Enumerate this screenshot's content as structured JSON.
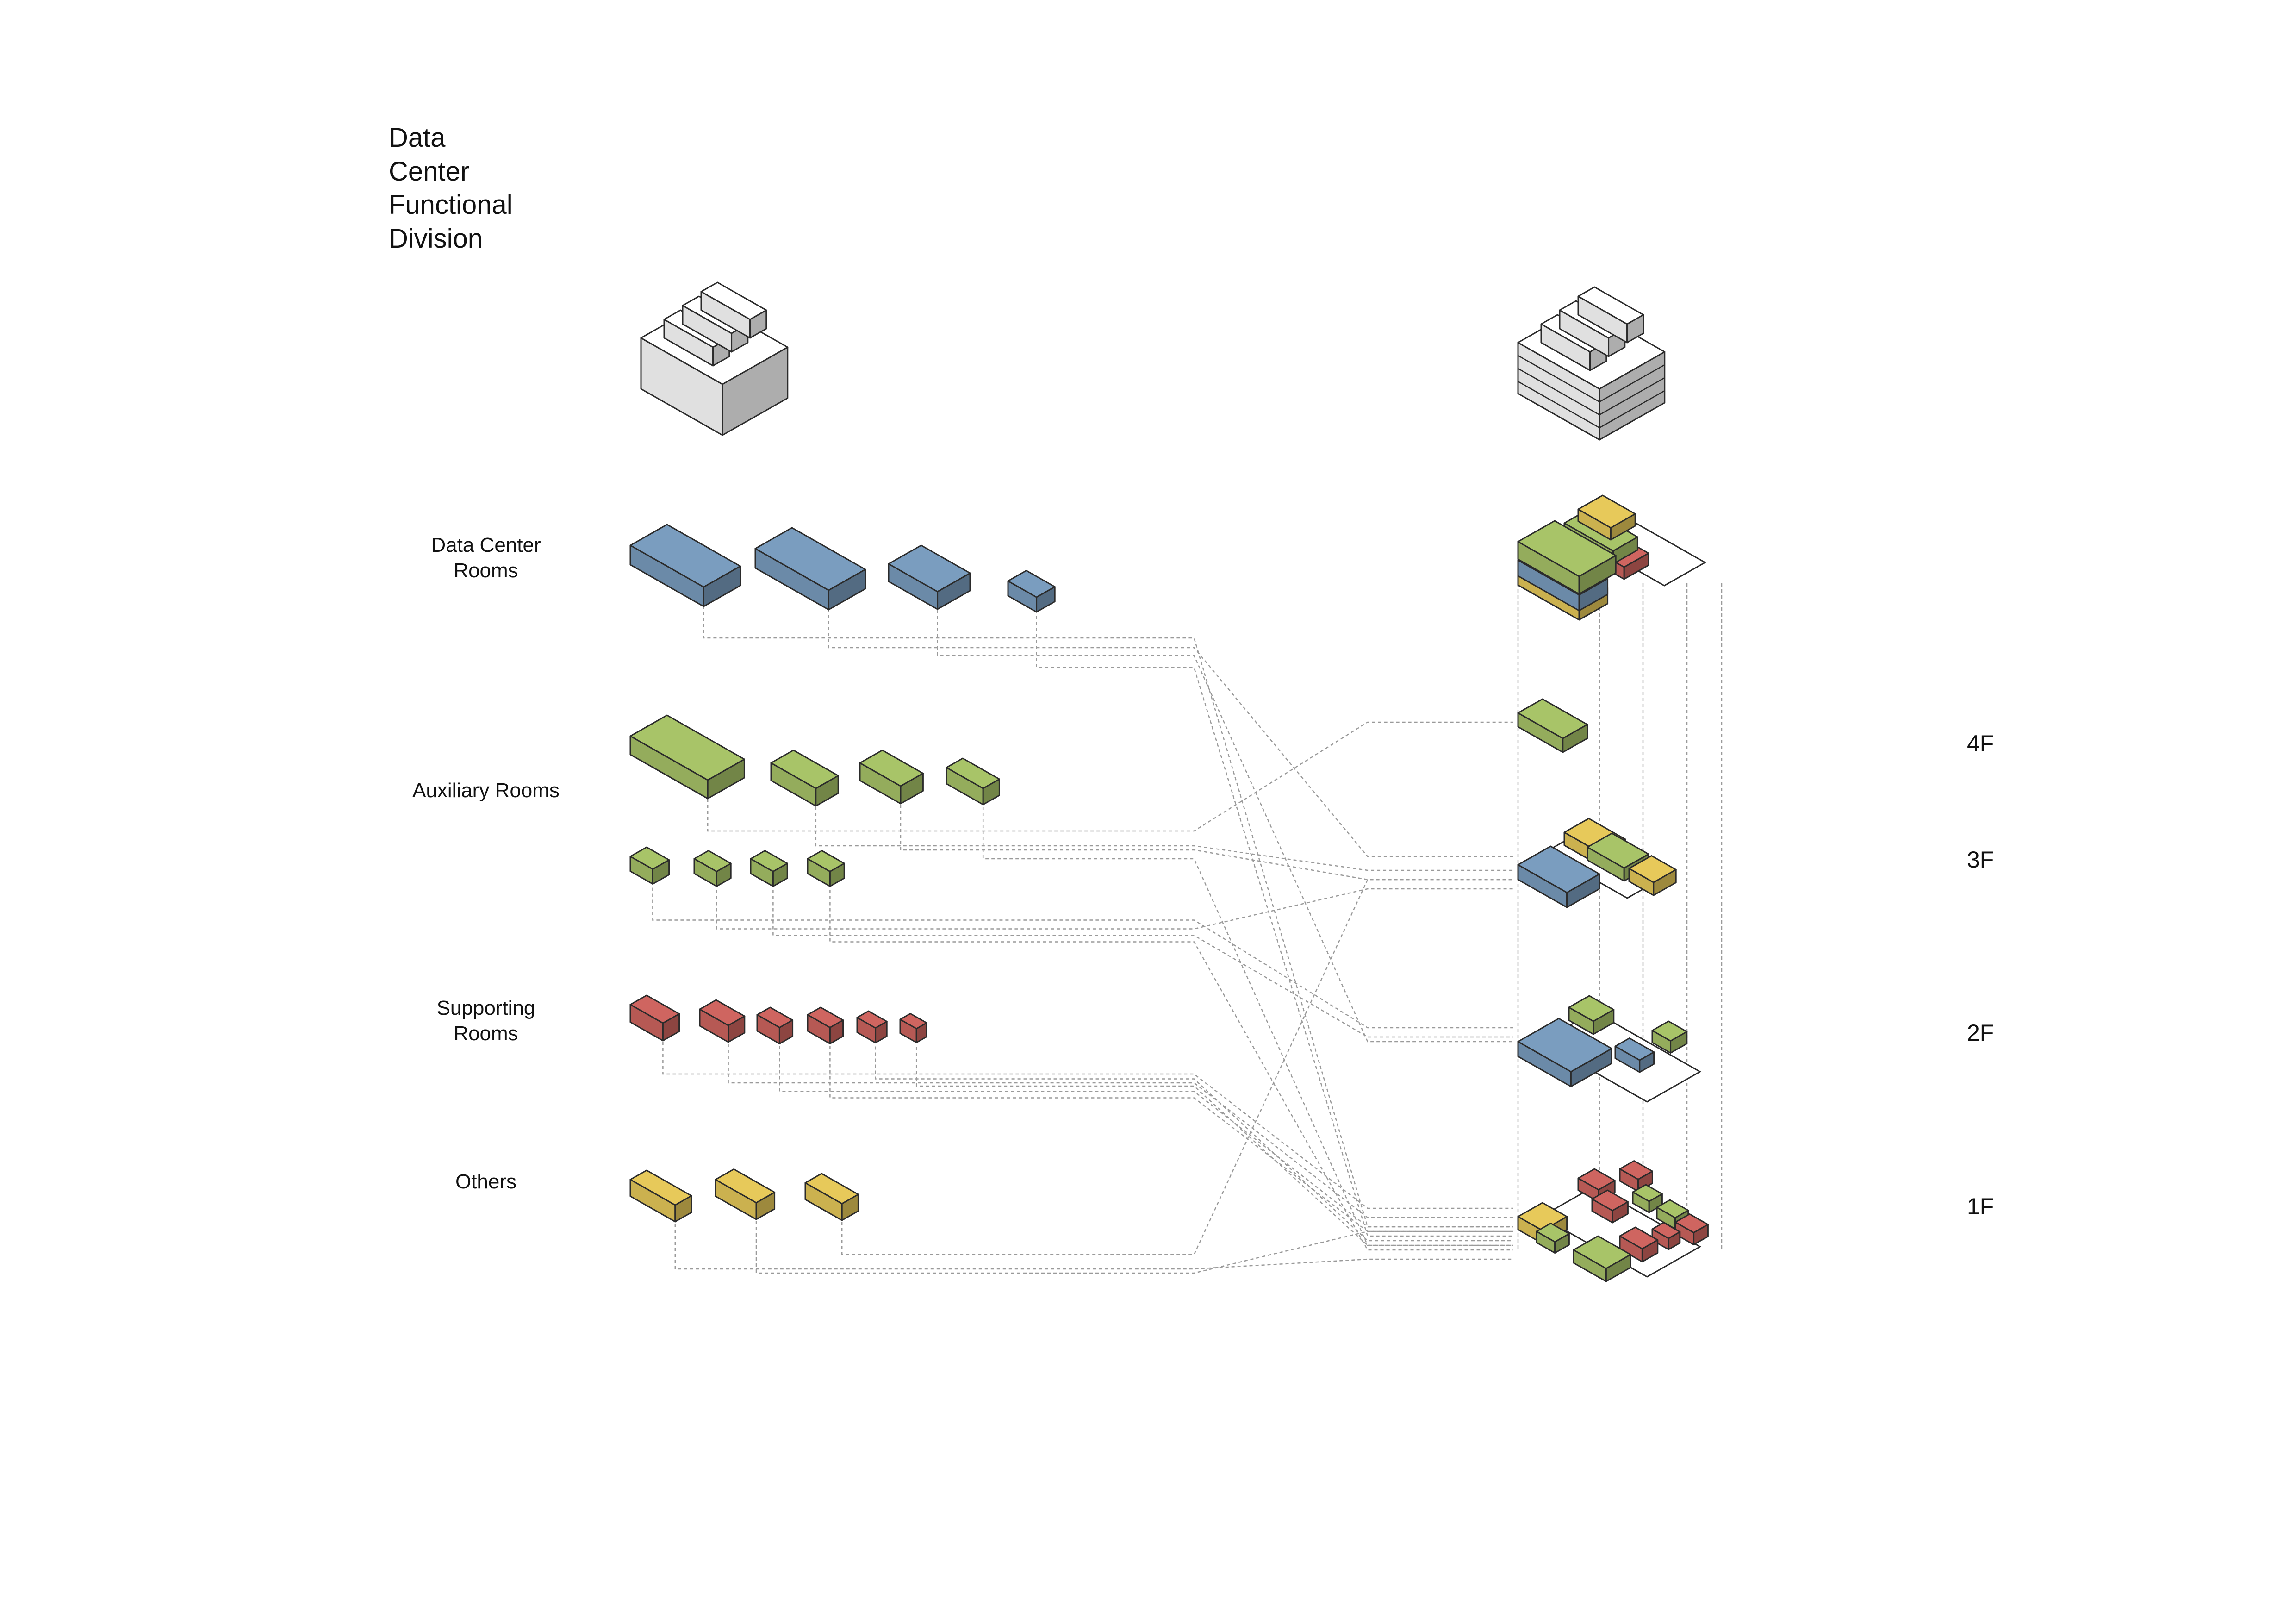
{
  "title": "Data Center Functional Division",
  "categories": {
    "data_center": "Data Center\nRooms",
    "auxiliary": "Auxiliary Rooms",
    "supporting": "Supporting\nRooms",
    "others": "Others"
  },
  "floors": {
    "f4": "4F",
    "f3": "3F",
    "f2": "2F",
    "f1": "1F"
  },
  "colors": {
    "data_center": "#7a9dbf",
    "auxiliary": "#a8c468",
    "supporting": "#cf6560",
    "others": "#e7c95a",
    "massing": "#ffffff",
    "connector": "#9a9a9a"
  }
}
